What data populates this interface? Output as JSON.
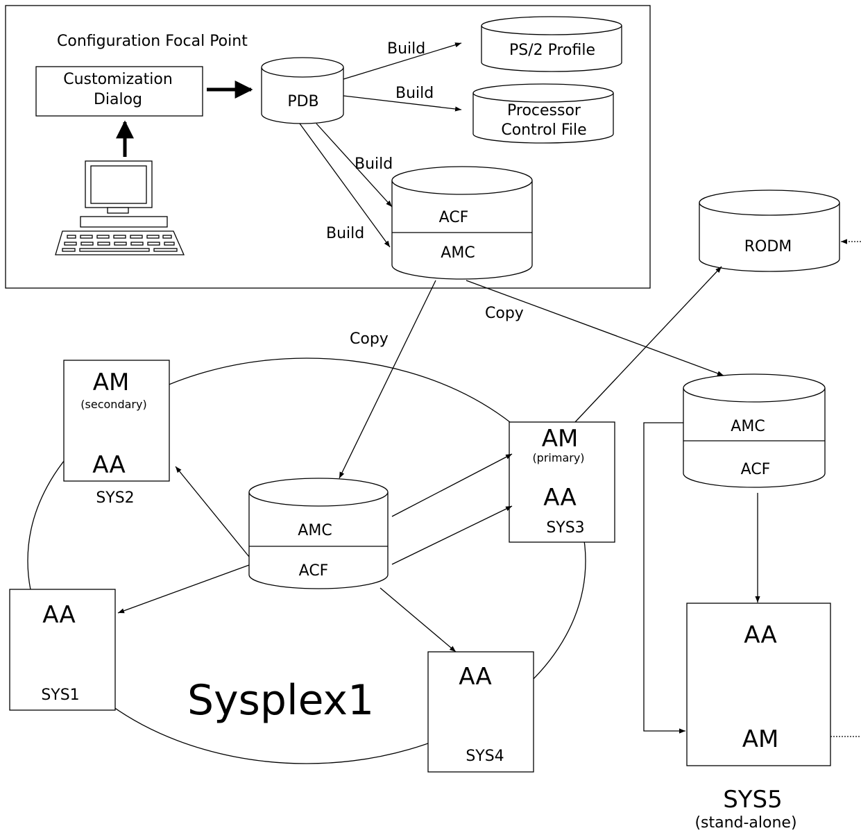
{
  "focal_point": {
    "title": "Configuration Focal Point",
    "customization_dialog": [
      "Customization",
      "Dialog"
    ],
    "pdb": "PDB",
    "ps2_profile": "PS/2 Profile",
    "processor_control_file": [
      "Processor",
      "Control File"
    ],
    "acf": "ACF",
    "amc": "AMC"
  },
  "edge_labels": {
    "build": "Build",
    "copy": "Copy"
  },
  "rodm": "RODM",
  "sysplex": {
    "name": "Sysplex1",
    "amc": "AMC",
    "acf": "ACF",
    "sys1": {
      "aa": "AA",
      "label": "SYS1"
    },
    "sys2": {
      "am": "AM",
      "role": "(secondary)",
      "aa": "AA",
      "label": "SYS2"
    },
    "sys3": {
      "am": "AM",
      "role": "(primary)",
      "aa": "AA",
      "label": "SYS3"
    },
    "sys4": {
      "aa": "AA",
      "label": "SYS4"
    }
  },
  "standalone": {
    "amc": "AMC",
    "acf": "ACF",
    "aa": "AA",
    "am": "AM",
    "label": "SYS5",
    "note": "(stand-alone)"
  }
}
